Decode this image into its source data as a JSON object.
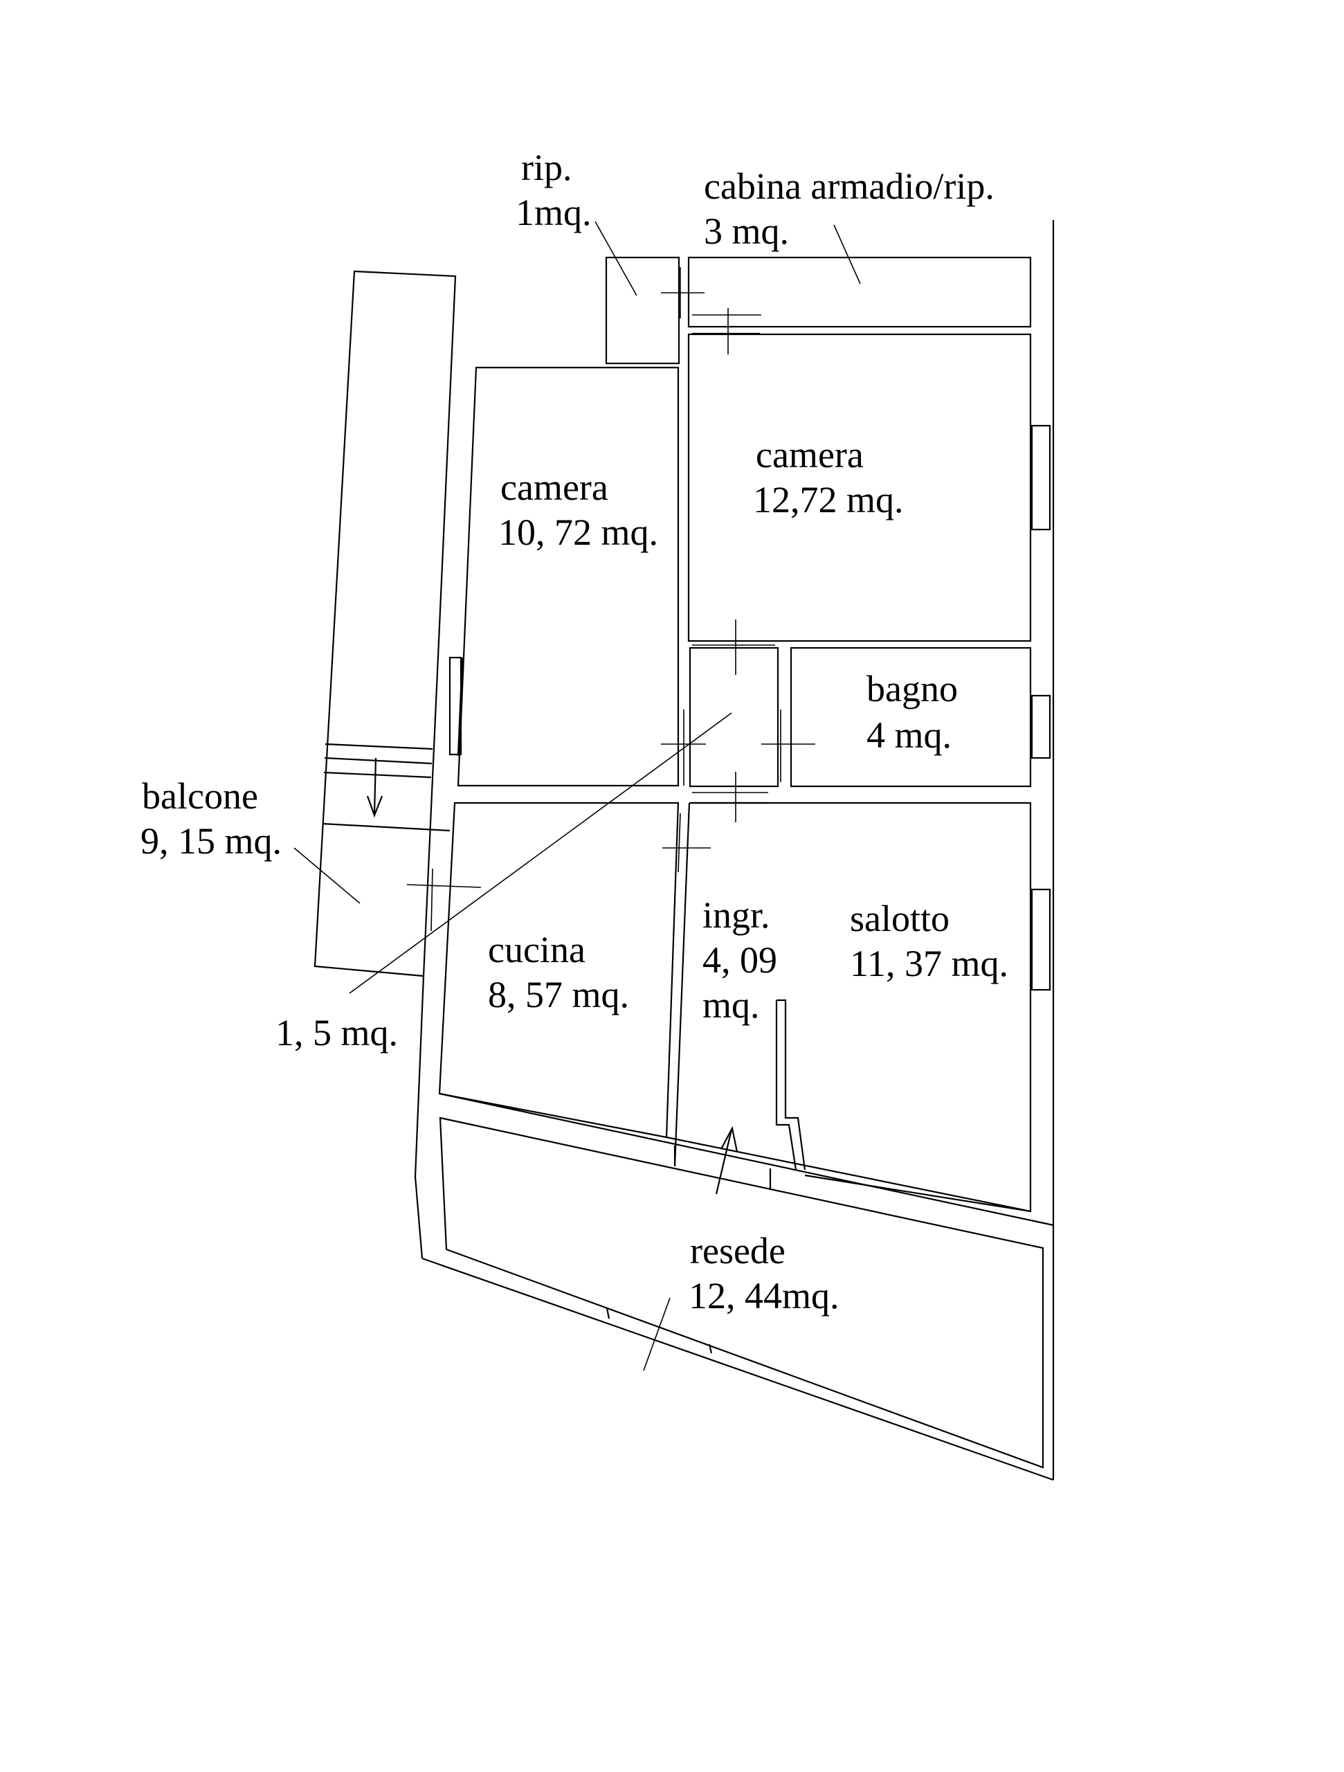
{
  "rooms": {
    "rip": {
      "name": "rip.",
      "area": "1mq."
    },
    "cabina": {
      "name": "cabina armadio/rip.",
      "area": "3 mq."
    },
    "camera_left": {
      "name": "camera",
      "area": "10, 72 mq."
    },
    "camera_right": {
      "name": "camera",
      "area": "12,72 mq."
    },
    "bagno": {
      "name": "bagno",
      "area": "4 mq."
    },
    "balcone": {
      "name": "balcone",
      "area": "9, 15 mq."
    },
    "cucina": {
      "name": "cucina",
      "area": "8, 57 mq."
    },
    "ingresso": {
      "name": "ingr.",
      "area": "4, 09",
      "unit": "mq."
    },
    "salotto": {
      "name": "salotto",
      "area": "11, 37 mq."
    },
    "disimpegno": {
      "area": "1, 5 mq."
    },
    "resede": {
      "name": "resede",
      "area": "12, 44mq."
    }
  },
  "colors": {
    "line": "#000000",
    "background": "#ffffff"
  }
}
